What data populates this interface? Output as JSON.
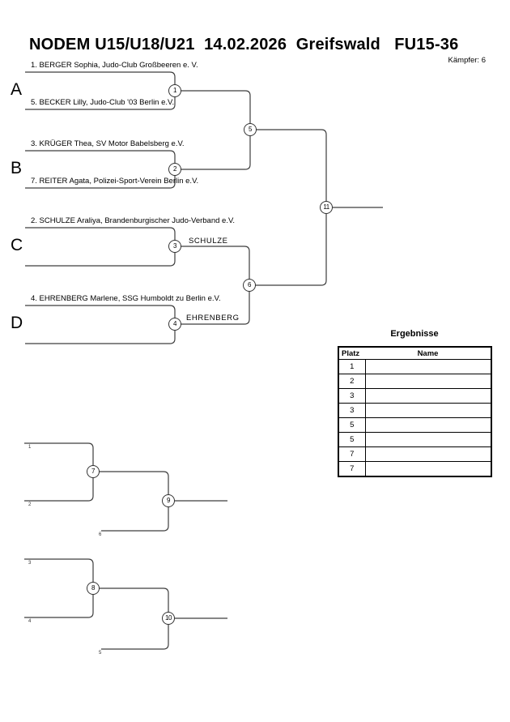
{
  "header": {
    "title": "NODEM U15/U18/U21  14.02.2026  Greifswald   FU15-36",
    "fighters": "Kämpfer: 6"
  },
  "bracket": {
    "groups": [
      {
        "letter": "A",
        "entries": [
          "1. BERGER Sophia, Judo-Club Großbeeren e. V.",
          "5. BECKER Lilly, Judo-Club '03 Berlin e.V."
        ]
      },
      {
        "letter": "B",
        "entries": [
          "3. KRÜGER Thea, SV Motor Babelsberg e.V.",
          "7. REITER Agata, Polizei-Sport-Verein Berlin e.V."
        ]
      },
      {
        "letter": "C",
        "entries": [
          "2. SCHULZE Araliya, Brandenburgischer Judo-Verband e.V."
        ],
        "winner": "SCHULZE"
      },
      {
        "letter": "D",
        "entries": [
          "4. EHRENBERG Marlene, SSG Humboldt zu Berlin e.V."
        ],
        "winner": "EHRENBERG"
      }
    ],
    "circles": {
      "c1": "1",
      "c2": "2",
      "c3": "3",
      "c4": "4",
      "c5": "5",
      "c6": "6",
      "c7": "7",
      "c8": "8",
      "c9": "9",
      "c10": "10",
      "c11": "11"
    },
    "repechage_labels": {
      "p1": "1",
      "p2": "2",
      "p6": "6",
      "p3": "3",
      "p4": "4",
      "p5": "5"
    }
  },
  "results": {
    "title": "Ergebnisse",
    "columns": {
      "platz": "Platz",
      "name": "Name"
    },
    "rows": [
      {
        "platz": "1",
        "name": ""
      },
      {
        "platz": "2",
        "name": ""
      },
      {
        "platz": "3",
        "name": ""
      },
      {
        "platz": "3",
        "name": ""
      },
      {
        "platz": "5",
        "name": ""
      },
      {
        "platz": "5",
        "name": ""
      },
      {
        "platz": "7",
        "name": ""
      },
      {
        "platz": "7",
        "name": ""
      }
    ]
  }
}
